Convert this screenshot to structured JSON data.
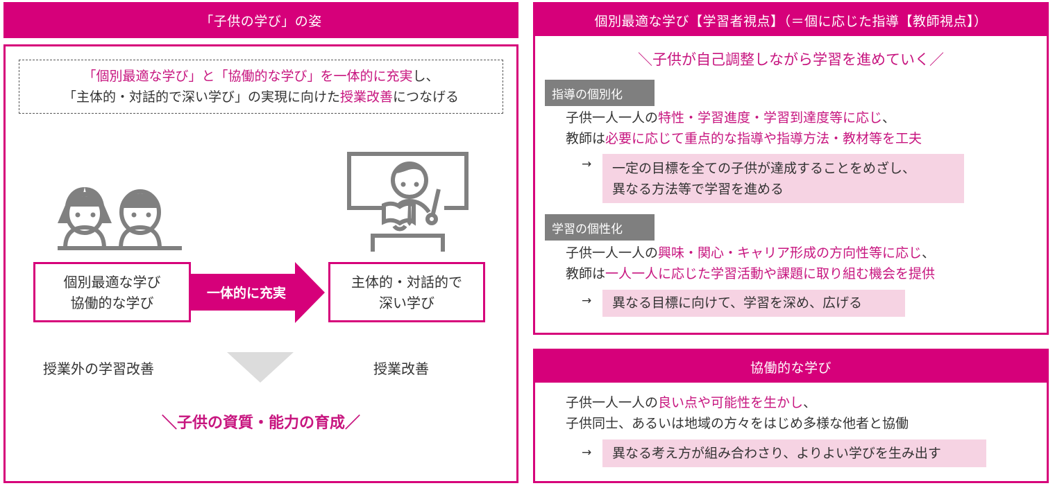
{
  "colors": {
    "brand": "#d6007a",
    "highlight_text": "#c7157f",
    "pink_bg": "#f6d3e3",
    "badge_gray": "#7f7f7f",
    "triangle_gray": "#dcdcdc",
    "icon_gray": "#808080"
  },
  "left": {
    "header": "「子供の学び」の姿",
    "dashed": {
      "line1": [
        {
          "text": "「個別最適な学び」と「協働的な学び」を一体的に充実",
          "hl": true
        },
        {
          "text": "し、",
          "hl": false
        }
      ],
      "line2": [
        {
          "text": "「主体的・対話的で深い学び」の実現に向けた",
          "hl": false
        },
        {
          "text": "授業改善",
          "hl": true
        },
        {
          "text": "につなげる",
          "hl": false
        }
      ]
    },
    "icons": {
      "students": "two-students-icon",
      "teacher": "teacher-at-blackboard-icon"
    },
    "box_left": {
      "line1": "個別最適な学び",
      "line2": "協働的な学び"
    },
    "arrow_label": "一体的に充実",
    "box_right": {
      "line1": "主体的・対話的で",
      "line2": "深い学び"
    },
    "label_left": "授業外の学習改善",
    "label_right": "授業改善",
    "catch": "＼子供の資質・能力の育成／"
  },
  "right_top": {
    "header": "個別最適な学び【学習者視点】（＝個に応じた指導【教師視点】）",
    "catch": "＼子供が自己調整しながら学習を進めていく／",
    "section1": {
      "badge": "指導の個別化",
      "line1": [
        {
          "text": "子供一人一人の",
          "hl": false
        },
        {
          "text": "特性・学習進度・学習到達度等に応じ",
          "hl": true
        },
        {
          "text": "、",
          "hl": false
        }
      ],
      "line2": [
        {
          "text": "教師は",
          "hl": false
        },
        {
          "text": "必要に応じて重点的な指導や指導方法・教材等を工夫",
          "hl": true
        }
      ],
      "arrow": "→",
      "result_line1": "一定の目標を全ての子供が達成することをめざし、",
      "result_line2": "異なる方法等で学習を進める"
    },
    "section2": {
      "badge": "学習の個性化",
      "line1": [
        {
          "text": "子供一人一人の",
          "hl": false
        },
        {
          "text": "興味・関心・キャリア形成の方向性等に応じ",
          "hl": true
        },
        {
          "text": "、",
          "hl": false
        }
      ],
      "line2": [
        {
          "text": "教師は",
          "hl": false
        },
        {
          "text": "一人一人に応じた学習活動や課題に取り組む機会を提供",
          "hl": true
        }
      ],
      "arrow": "→",
      "result_line1": "異なる目標に向けて、学習を深め、広げる"
    }
  },
  "right_bottom": {
    "header": "協働的な学び",
    "line1": [
      {
        "text": "子供一人一人の",
        "hl": false
      },
      {
        "text": "良い点や可能性を生かし",
        "hl": true
      },
      {
        "text": "、",
        "hl": false
      }
    ],
    "line2": [
      {
        "text": "子供同士、あるいは地域の方々をはじめ多様な他者と協働",
        "hl": false
      }
    ],
    "arrow": "→",
    "result_line1": "異なる考え方が組み合わさり、よりよい学びを生み出す"
  }
}
